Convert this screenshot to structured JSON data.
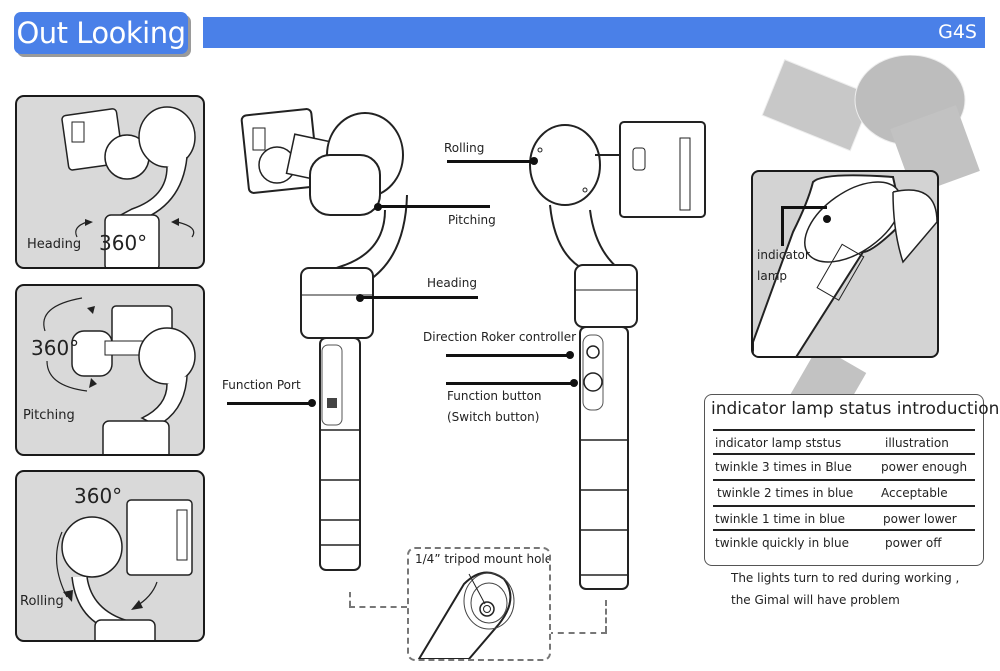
{
  "header": {
    "title": "Out Looking",
    "model": "G4S",
    "accent_color": "#4a80e8"
  },
  "rotation_panels": [
    {
      "label": "Heading",
      "degrees": "360°",
      "icon": "rotate-horizontal-arrows-icon"
    },
    {
      "label": "Pitching",
      "degrees": "360°",
      "icon": "rotate-vertical-arrows-icon"
    },
    {
      "label": "Rolling",
      "degrees": "360°",
      "icon": "rotate-roll-arrows-icon"
    }
  ],
  "callouts": {
    "rolling": "Rolling",
    "pitching": "Pitching",
    "heading": "Heading",
    "function_port": "Function Port",
    "direction_controller": "Direction Roker controller",
    "function_button_line1": "Function button",
    "function_button_line2": "(Switch button)",
    "tripod_hole": "1/4” tripod mount hole",
    "indicator_line1": "indicator",
    "indicator_line2": "lamp"
  },
  "status_table": {
    "title": "indicator lamp status introduction",
    "columns": [
      "indicator lamp ststus",
      "illustration"
    ],
    "rows": [
      [
        "twinkle 3 times in Blue",
        "power enough"
      ],
      [
        "twinkle 2 times in blue",
        "Acceptable"
      ],
      [
        "twinkle 1 time   in blue",
        "power lower"
      ],
      [
        "twinkle quickly in blue",
        "power off"
      ]
    ]
  },
  "note": {
    "line1": "The lights turn to red during working ,",
    "line2": "the Gimal will have problem"
  }
}
